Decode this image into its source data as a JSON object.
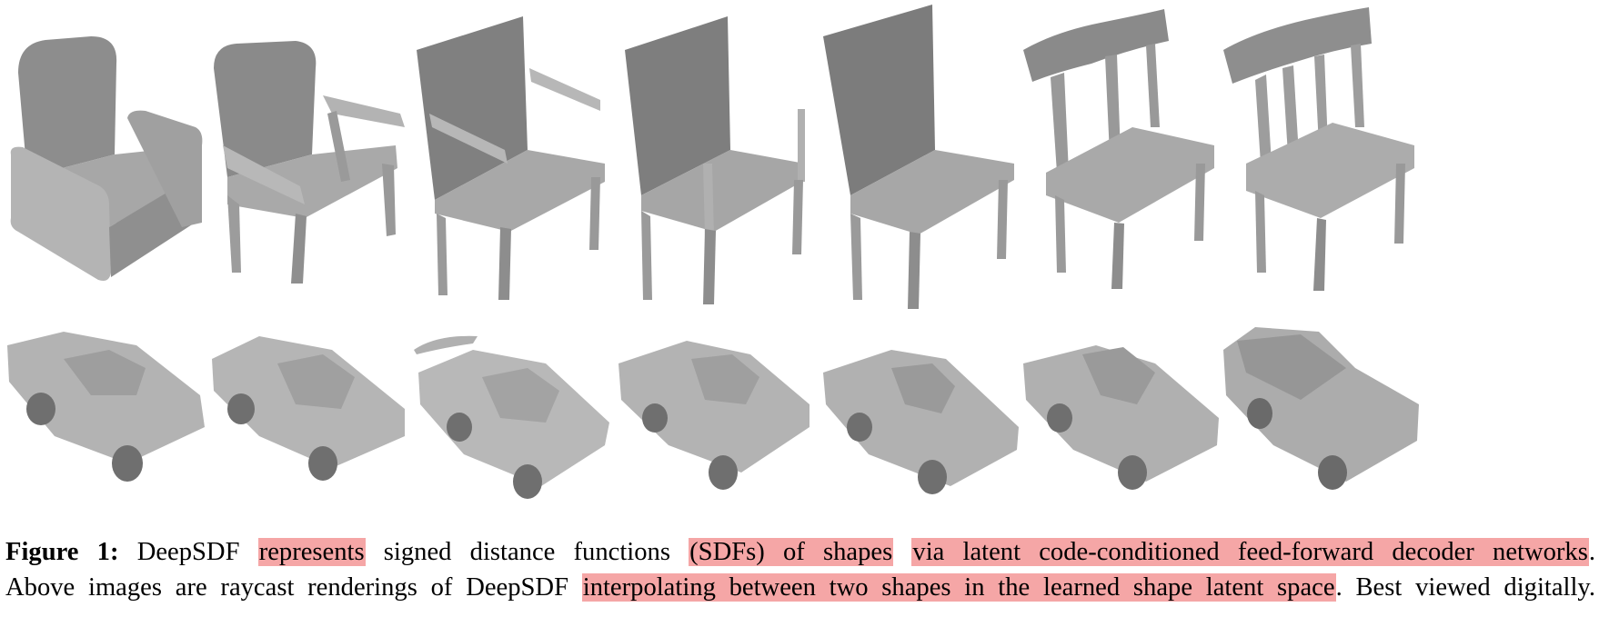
{
  "figure": {
    "label": "Figure 1:",
    "rows": [
      {
        "name": "chairs",
        "count": 7,
        "fill": "#9a9a9a",
        "shadow": "#6f6f6f"
      },
      {
        "name": "cars",
        "count": 7,
        "fill": "#a8a8a8",
        "shadow": "#7a7a7a"
      }
    ]
  },
  "caption": {
    "line1": [
      {
        "text": "DeepSDF ",
        "highlight": false
      },
      {
        "text": "represents",
        "highlight": true
      },
      {
        "text": " signed distance functions ",
        "highlight": false
      },
      {
        "text": "(SDFs) of shapes",
        "highlight": true
      },
      {
        "text": " ",
        "highlight": false
      },
      {
        "text": "via latent code-conditioned feed-forward decoder networks",
        "highlight": true
      },
      {
        "text": ".",
        "highlight": false
      }
    ],
    "line2": [
      {
        "text": "Above images are raycast renderings of DeepSDF ",
        "highlight": false
      },
      {
        "text": "interpolating between two shapes in the learned shape latent space",
        "highlight": true
      },
      {
        "text": ". Best viewed digitally.",
        "highlight": false
      }
    ],
    "highlight_color": "#f5a6a6"
  }
}
